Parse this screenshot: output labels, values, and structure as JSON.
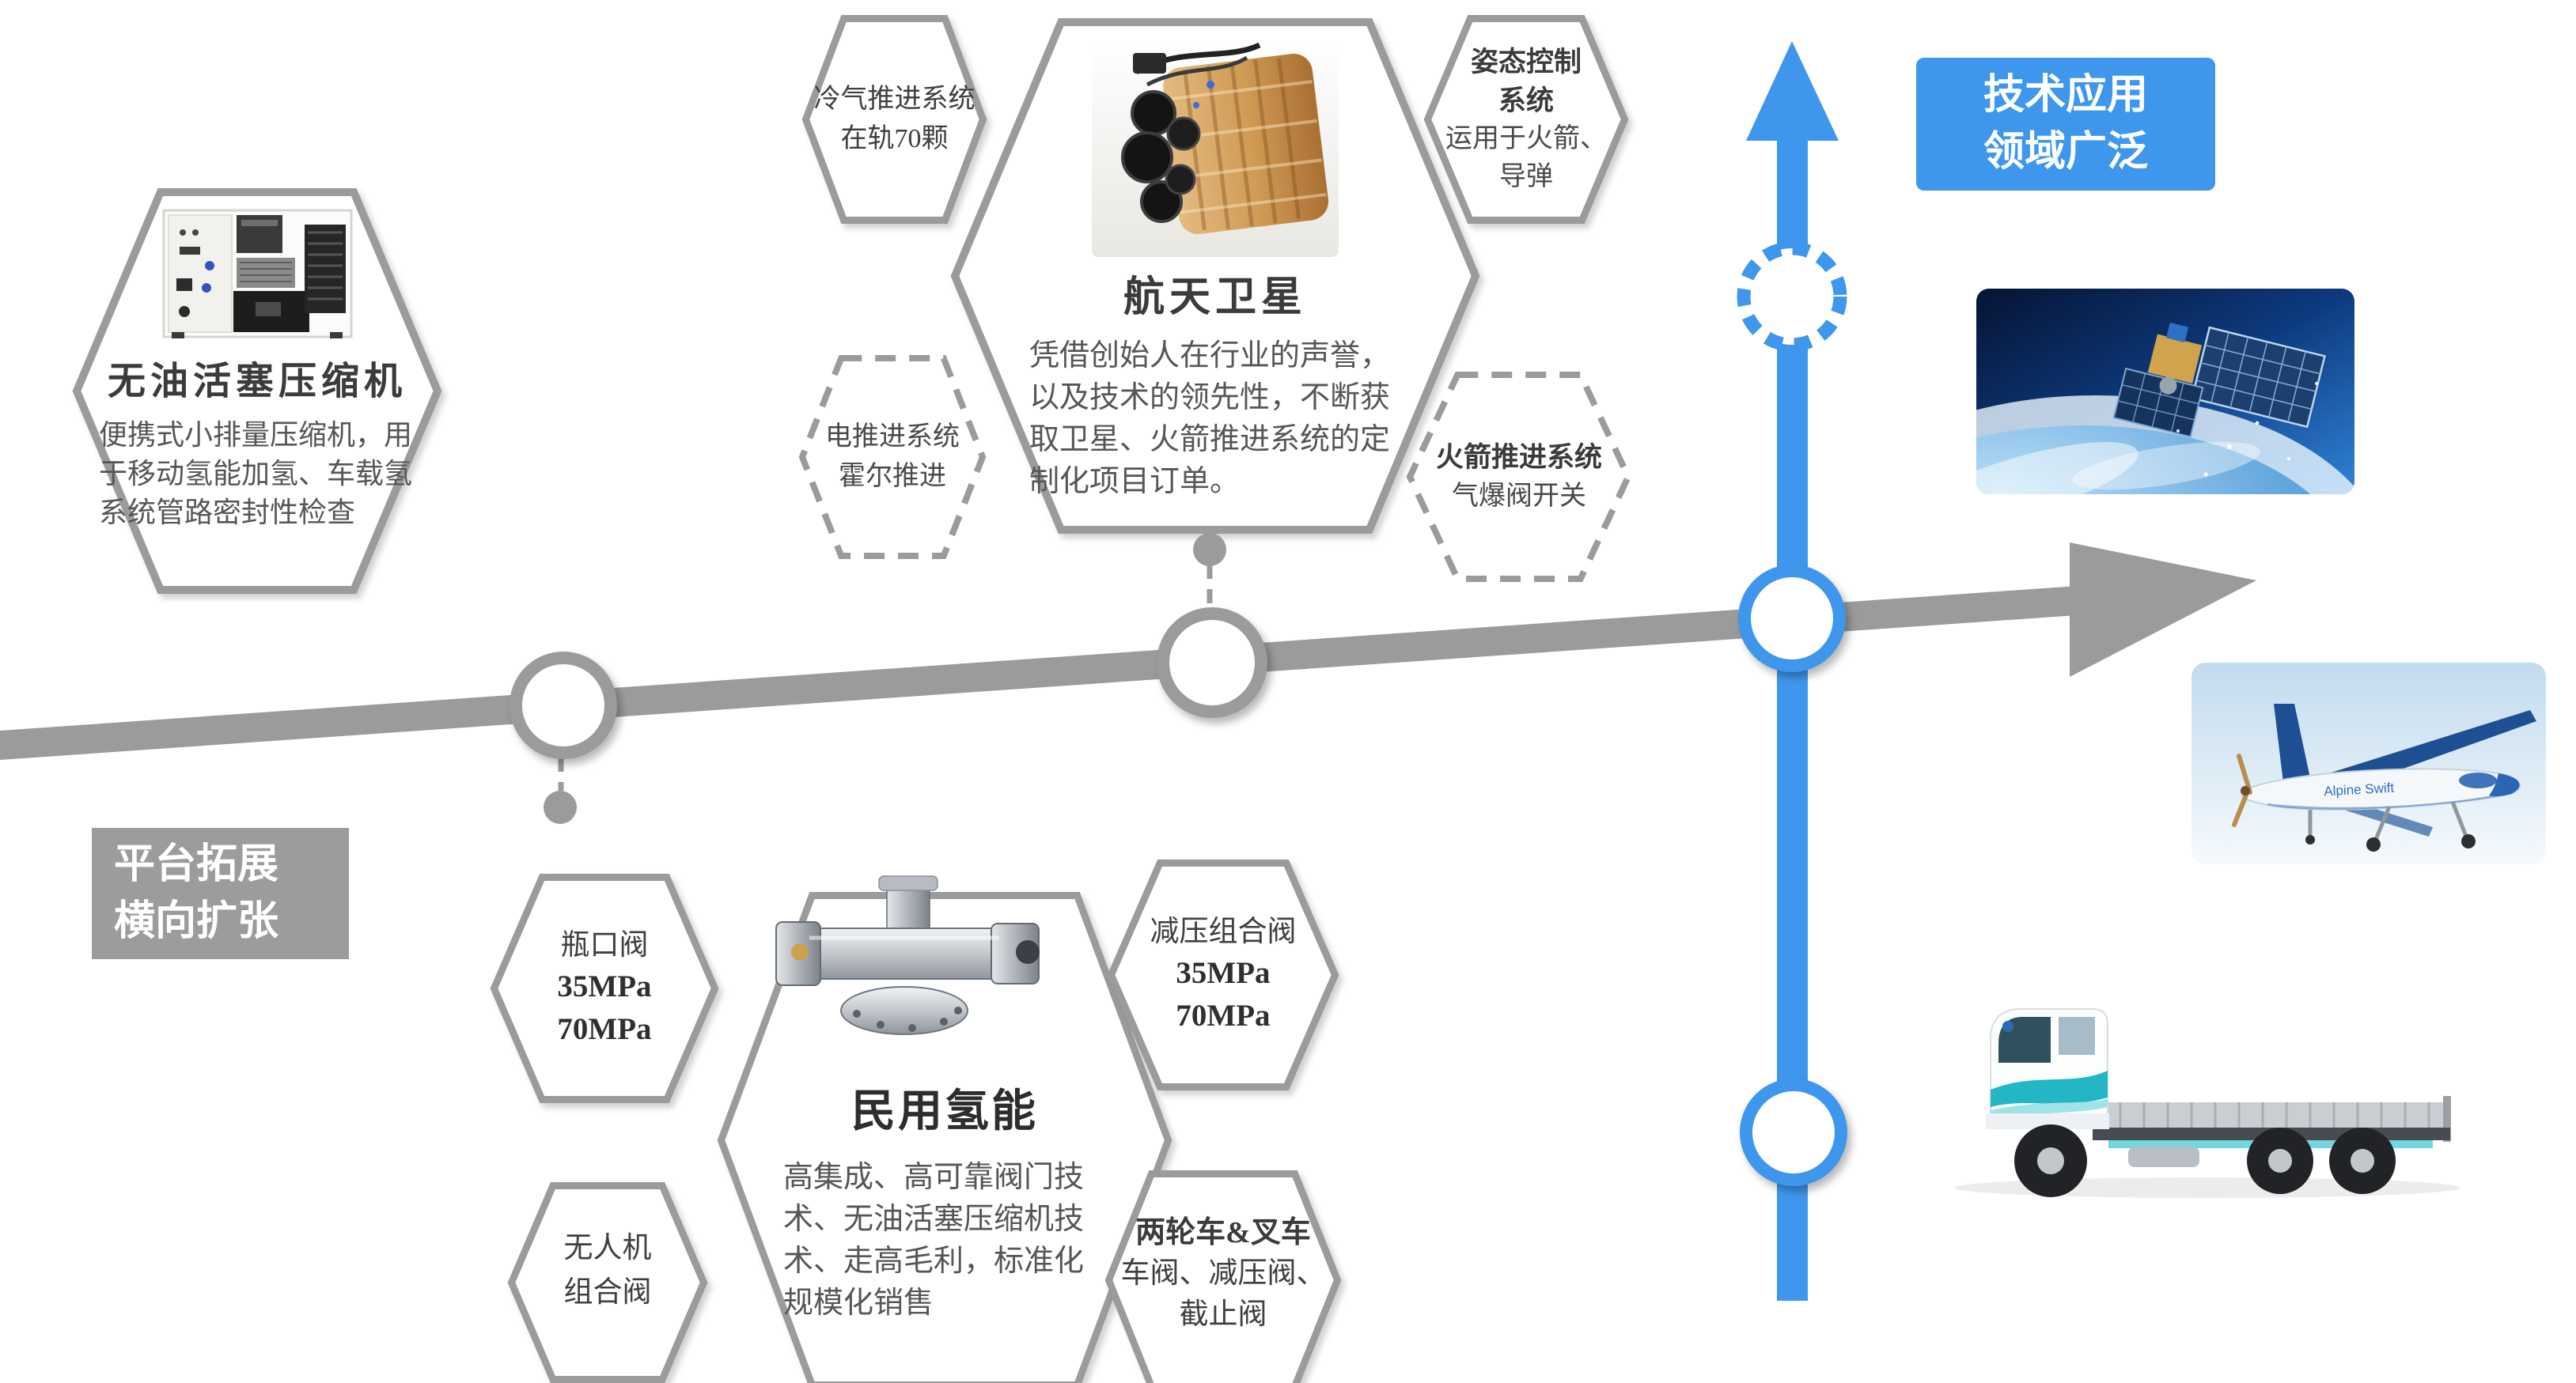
{
  "banners": {
    "tech_scope": {
      "text": "技术应用\n领域广泛",
      "bg": "#3E97ED"
    },
    "platform": {
      "text": "平台拓展\n横向扩张",
      "bg": "#9C9C9C"
    }
  },
  "hexagons": {
    "compressor": {
      "title": "无油活塞压缩机",
      "body": "便携式小排量压缩机，用于移动氢能加氢、车载氢系统管路密封性检查"
    },
    "cold_gas": {
      "text": "冷气推进系统\n在轨70颗"
    },
    "satellite": {
      "title": "航天卫星",
      "body": "凭借创始人在行业的声誉，以及技术的领先性，不断获取卫星、火箭推进系统的定制化项目订单。"
    },
    "attitude": {
      "title": "姿态控制\n系统",
      "subtitle": "运用于火箭、\n导弹"
    },
    "electric_propulsion": {
      "text": "电推进系统\n霍尔推进"
    },
    "rocket_propulsion": {
      "title": "火箭推进系统",
      "subtitle": "气爆阀开关"
    },
    "bottle_valve": {
      "name": "瓶口阀",
      "specs": "35MPa\n70MPa"
    },
    "hydrogen": {
      "title": "民用氢能",
      "body": "高集成、高可靠阀门技术、无油活塞压缩机技术、走高毛利，标准化规模化销售"
    },
    "pressure_valve": {
      "name": "减压组合阀",
      "specs": "35MPa\n70MPa"
    },
    "drone_valve": {
      "text": "无人机\n组合阀"
    },
    "two_wheeler": {
      "title": "两轮车&叉车",
      "body": "车阀、减压阀、\n截止阀"
    }
  },
  "images": {
    "compressor_photo": "oil-free-piston-compressor",
    "thruster_photo": "satellite-propulsion-assembly",
    "valve_photo": "integrated-hydrogen-valve",
    "satellite_photo": "satellite-in-orbit",
    "drone_photo": "fixed-wing-uav",
    "drone_caption": "Alpine Swift",
    "truck_photo": "hydrogen-truck"
  },
  "colors": {
    "accent_blue": "#3E97ED",
    "line_gray": "#9B9B9B",
    "title_text": "#3B3B3B",
    "body_text": "#565656"
  }
}
